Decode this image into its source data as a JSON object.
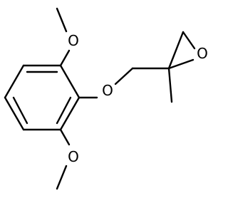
{
  "molecule": {
    "atoms": {
      "o_top_methoxy": "O",
      "o_ether": "O",
      "o_bottom_methoxy": "O",
      "o_epoxide": "O"
    }
  }
}
